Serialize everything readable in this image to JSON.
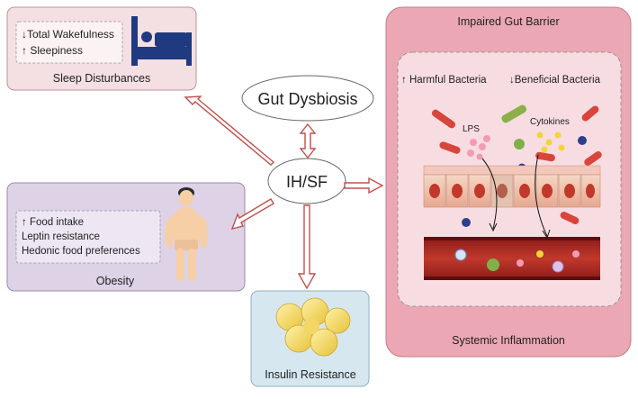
{
  "panels": {
    "sleep": {
      "title": "Sleep Disturbances",
      "lines": [
        "↓Total Wakefulness",
        "↑ Sleepiness"
      ],
      "icon": "bed-sleeping-person-icon"
    },
    "obesity": {
      "title": "Obesity",
      "lines": [
        "↑ Food intake",
        "Leptin resistance",
        "Hedonic food preferences"
      ],
      "icon": "obese-person-icon"
    },
    "insulin": {
      "title": "Insulin Resistance",
      "icon": "fat-cells-icon"
    },
    "gut": {
      "title": "Impaired Gut Barrier",
      "footer": "Systemic Inflammation",
      "harmful": "↑ Harmful  Bacteria",
      "beneficial": "↓Beneficial  Bacteria",
      "lps": "LPS",
      "cytokines": "Cytokines"
    }
  },
  "nodes": {
    "dysbiosis": "Gut Dysbiosis",
    "center": "IH/SF"
  },
  "colors": {
    "arrow": "#c0504d",
    "sleep_bg": "#f4dfe2",
    "obesity_bg": "#ddd2e6",
    "insulin_bg": "#d6e7ef",
    "gut_bg": "#eba7b4",
    "inner_bg": "#f7dde2"
  }
}
